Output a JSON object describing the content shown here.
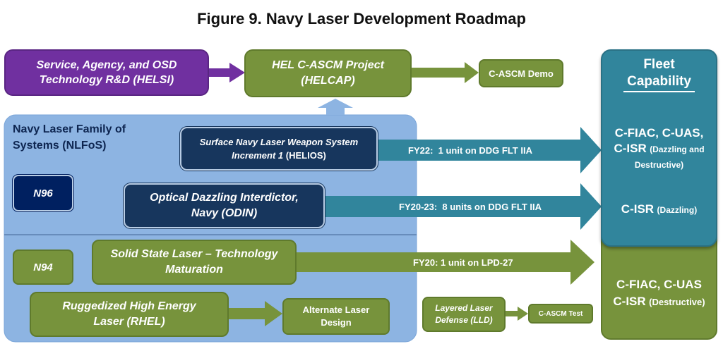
{
  "title": "Figure 9. Navy Laser Development Roadmap",
  "nodes": {
    "helsi": "Service, Agency, and OSD Technology R&D (HELSI)",
    "helcap": "HEL C-ASCM Project (HELCAP)",
    "cascm_demo": "C-ASCM Demo",
    "nlfos": "Navy Laser Family of Systems (NLFoS)",
    "n96": "N96",
    "n94": "N94",
    "helios_main": "Surface Navy Laser Weapon System Increment 1",
    "helios_suffix": "(HELIOS)",
    "odin": "Optical Dazzling Interdictor, Navy (ODIN)",
    "sslt": "Solid State Laser – Technology Maturation",
    "rhel": "Ruggedized High Energy Laser (RHEL)",
    "alternate": "Alternate Laser Design",
    "lld": "Layered Laser Defense (LLD)",
    "cascm_test": "C-ASCM Test"
  },
  "arrows": {
    "helios": "FY22:  1 unit on DDG FLT IIA",
    "odin": "FY20-23:  8 units on DDG FLT IIA",
    "sslt": "FY20: 1 unit on LPD-27"
  },
  "fleet": {
    "heading": "Fleet Capability",
    "c1_main": "C-FIAC, C-UAS,",
    "c1_isr": "C-ISR",
    "c1_note": "(Dazzling and Destructive)",
    "c2_main": "C-ISR",
    "c2_note": "(Dazzling)",
    "c3_main": "C-FIAC, C-UAS",
    "c3_isr": "C-ISR",
    "c3_note": "(Destructive)"
  },
  "colors": {
    "green": "#77933c",
    "purple": "#7030a0",
    "navy": "#17365d",
    "teal": "#31859c",
    "light_blue": "#8db4e2"
  }
}
